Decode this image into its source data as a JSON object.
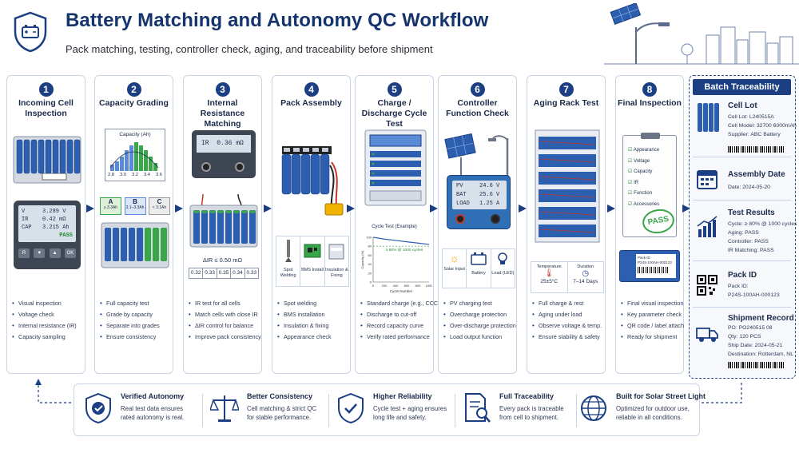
{
  "header": {
    "title": "Battery Matching and Autonomy QC Workflow",
    "subtitle": "Pack matching, testing, controller check, aging, and traceability before shipment"
  },
  "steps": [
    {
      "num": "1",
      "title": "Incoming Cell Inspection",
      "meter": {
        "v": "V",
        "v_val": "3.289 V",
        "ir": "IR",
        "ir_val": "0.42 mΩ",
        "cap": "CAP",
        "cap_val": "3.215 Ah",
        "status": "PASS"
      },
      "buttons": [
        "R",
        "▼",
        "▲",
        "OK"
      ],
      "bullets": [
        "Visual inspection",
        "Voltage check",
        "Internal resistance (IR)",
        "Capacity sampling"
      ]
    },
    {
      "num": "2",
      "title": "Capacity Grading",
      "chart_title": "Capacity (Ah)",
      "chart_ticks": [
        "2.8",
        "3.0",
        "3.2",
        "3.4",
        "3.6"
      ],
      "grades": [
        {
          "label": "A",
          "range": "≥ 3.3Ah",
          "color": "#5cb85c"
        },
        {
          "label": "B",
          "range": "3.1–3.3Ah",
          "color": "#7a9fdc"
        },
        {
          "label": "C",
          "range": "< 3.1Ah",
          "color": "#a7a7a7"
        }
      ],
      "bullets": [
        "Full capacity test",
        "Grade by capacity",
        "Separate into grades",
        "Ensure consistency"
      ]
    },
    {
      "num": "3",
      "title": "Internal Resistance Matching",
      "meter": {
        "ir": "IR",
        "ir_val": "0.36 mΩ"
      },
      "delta": "ΔIR ≤ 0.50 mΩ",
      "ir_cells": [
        "0.32",
        "0.33",
        "0.35",
        "0.34",
        "0.33"
      ],
      "bullets": [
        "IR test for all cells",
        "Match cells with close IR",
        "ΔIR control for balance",
        "Improve pack consistency"
      ]
    },
    {
      "num": "4",
      "title": "Pack Assembly",
      "tools": [
        "Spot Welding",
        "BMS Install",
        "Insulation & Fixing"
      ],
      "bullets": [
        "Spot welding",
        "BMS installation",
        "Insulation & fixing",
        "Appearance check"
      ]
    },
    {
      "num": "5",
      "title": "Charge / Discharge Cycle Test",
      "chart_title": "Cycle Test (Example)",
      "chart_note": "≥ 80% @ 1000 cycles",
      "ylabel": "Capacity (%)",
      "xlabel": "Cycle Number",
      "y_ticks": [
        "100",
        "80",
        "60",
        "40",
        "20",
        "0"
      ],
      "x_ticks": [
        "0",
        "200",
        "400",
        "600",
        "800",
        "1000"
      ],
      "bullets": [
        "Standard charge (e.g., CCCV)",
        "Discharge to cut-off",
        "Record capacity curve",
        "Verify rated performance"
      ]
    },
    {
      "num": "6",
      "title": "Controller Function Check",
      "screen": {
        "pv": "PV",
        "pv_val": "24.6 V",
        "bat": "BAT",
        "bat_val": "25.6 V",
        "load": "LOAD",
        "load_val": "1.25 A"
      },
      "icons": [
        "Solar Input",
        "Battery",
        "Load (LED)"
      ],
      "bullets": [
        "PV charging test",
        "Overcharge protection",
        "Over-discharge protection",
        "Load output function"
      ]
    },
    {
      "num": "7",
      "title": "Aging Rack Test",
      "temp_label": "Temperature",
      "temp_val": "25±5°C",
      "dur_label": "Duration",
      "dur_val": "7–14 Days",
      "bullets": [
        "Full charge & rest",
        "Aging under load",
        "Observe voltage & temp.",
        "Ensure stability & safety"
      ]
    },
    {
      "num": "8",
      "title": "Final Inspection",
      "checklist": [
        "Appearance",
        "Voltage",
        "Capacity",
        "IR",
        "Function",
        "Accessories"
      ],
      "stamp": "PASS",
      "pack_label": "Pack ID",
      "pack_code": "P24S-100AH-000123",
      "bullets": [
        "Final visual inspection",
        "Key parameter check",
        "QR code / label attach",
        "Ready for shipment"
      ]
    }
  ],
  "traceability": {
    "title": "Batch Traceability",
    "cell_lot": {
      "title": "Cell Lot",
      "lines": [
        "Cell Lot:     L240515A",
        "Cell Model:  32700 6000mAh",
        "Supplier:    ABC Battery"
      ]
    },
    "assembly": {
      "title": "Assembly Date",
      "lines": [
        "Date:   2024-05-20"
      ]
    },
    "results": {
      "title": "Test Results",
      "lines": [
        "Cycle:   ≥ 80% @ 1000 cycles",
        "Aging:    PASS",
        "Controller:   PASS",
        "IR Matching:   PASS"
      ]
    },
    "pack": {
      "title": "Pack ID",
      "lines": [
        "Pack ID:",
        "P24S-100AH-000123"
      ]
    },
    "shipment": {
      "title": "Shipment Record",
      "lines": [
        "PO:    PO240515 08",
        "Qty:     120 PCS",
        "Ship Date:   2024-05-21",
        "Destination:   Rotterdam, NL"
      ]
    }
  },
  "footer": [
    {
      "title": "Verified Autonomy",
      "desc": [
        "Real test data ensures",
        "rated autonomy is real."
      ],
      "icon": "shield-check-icon"
    },
    {
      "title": "Better Consistency",
      "desc": [
        "Cell matching & strict QC",
        "for stable performance."
      ],
      "icon": "balance-scale-icon"
    },
    {
      "title": "Higher Reliability",
      "desc": [
        "Cycle test + aging ensures",
        "long life and safety."
      ],
      "icon": "shield-icon"
    },
    {
      "title": "Full Traceability",
      "desc": [
        "Every pack is traceable",
        "from cell to shipment."
      ],
      "icon": "document-search-icon"
    },
    {
      "title": "Built for Solar Street Light",
      "desc": [
        "Optimized for outdoor use,",
        "reliable in all conditions."
      ],
      "icon": "globe-icon"
    }
  ],
  "colors": {
    "primary": "#1c3f84",
    "battery": "#2d5fb0",
    "accent_green": "#3aa64a",
    "border": "#c9d4e6"
  }
}
